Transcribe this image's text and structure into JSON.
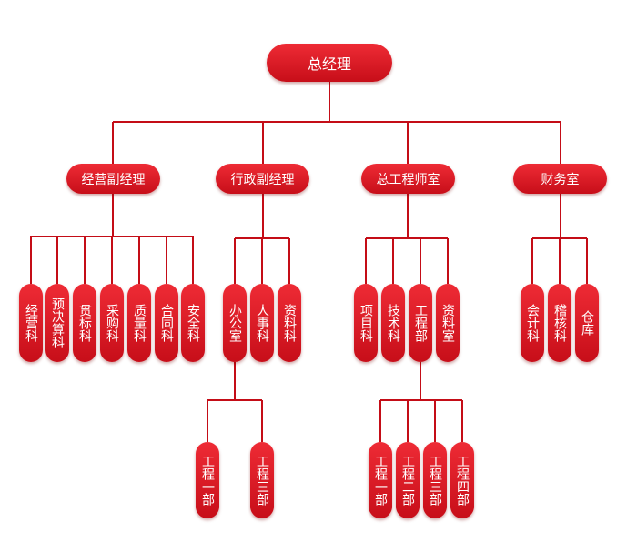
{
  "colors": {
    "line": "#c40d17",
    "node_top": "#ee2b35",
    "node_bottom": "#c70e19"
  },
  "org": {
    "root": "总经理",
    "branches": [
      {
        "name": "经营副经理",
        "units": [
          "经营科",
          "预决算科",
          "贯标科",
          "采购科",
          "质量科",
          "合同科",
          "安全科"
        ]
      },
      {
        "name": "行政副经理",
        "units": [
          "办公室",
          "人事科",
          "资料科"
        ],
        "sub_of": "办公室",
        "subs": [
          "工程一部",
          "工程三部"
        ]
      },
      {
        "name": "总工程师室",
        "units": [
          "项目科",
          "技术科",
          "工程部",
          "资料室"
        ],
        "sub_of": "工程部",
        "subs": [
          "工程一部",
          "工程二部",
          "工程三部",
          "工程四部"
        ]
      },
      {
        "name": "财务室",
        "units": [
          "会计科",
          "稽核科",
          "仓库"
        ]
      }
    ]
  }
}
